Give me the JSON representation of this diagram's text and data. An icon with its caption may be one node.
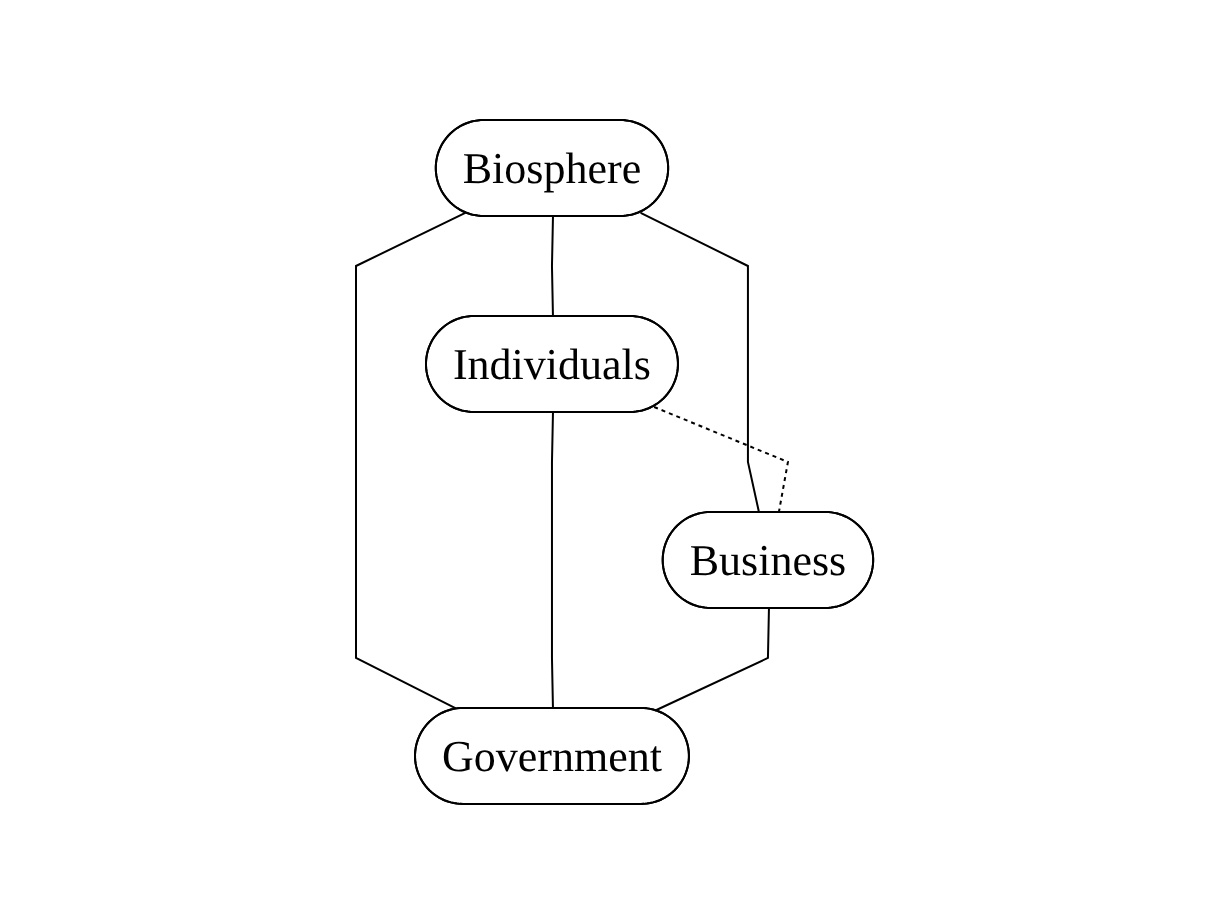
{
  "diagram": {
    "nodes": [
      {
        "text": [
          "Biosphere"
        ]
      },
      {
        "text": [
          "Individuals"
        ]
      },
      {
        "text": [
          "Business"
        ]
      },
      {
        "text": [
          "Government"
        ]
      }
    ],
    "edges": [
      {
        "from": 0,
        "to": 1,
        "arrow": "none"
      },
      {
        "from": 0,
        "to": 3,
        "arrow": "none"
      },
      {
        "from": 0,
        "to": 2,
        "arrow": "none"
      },
      {
        "from": 1,
        "to": 2,
        "arrow": "none",
        "style": "dashed"
      },
      {
        "from": 1,
        "to": 3,
        "arrow": "none"
      },
      {
        "from": 2,
        "to": 3,
        "arrow": "none"
      }
    ]
  }
}
